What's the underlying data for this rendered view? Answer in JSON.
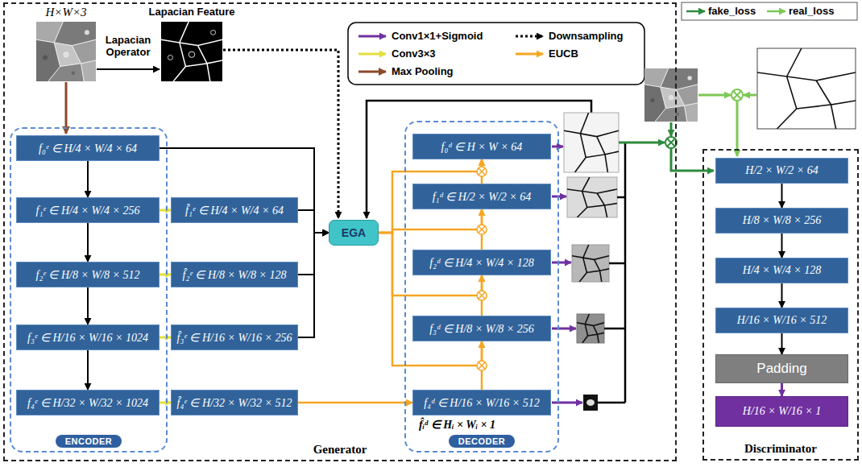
{
  "diagram": {
    "nodes": [
      {
        "text": [
          "Generator"
        ]
      },
      {
        "text": [
          "ENCODER"
        ],
        "in": 0
      },
      {
        "text": [
          "f₀ᵉ ∈ H/4 × W/4 × 64"
        ],
        "in": 1
      },
      {
        "text": [
          "f₁ᵉ ∈ H/4 × W/4 × 256"
        ],
        "in": 1
      },
      {
        "text": [
          "f₂ᵉ ∈ H/8 × W/8 × 512"
        ],
        "in": 1
      },
      {
        "text": [
          "f₃ᵉ ∈ H/16 × W/16 × 1024"
        ],
        "in": 1
      },
      {
        "text": [
          "f₄ᵉ ∈ H/32 × W/32 × 1024"
        ],
        "in": 1
      },
      {
        "text": [
          "f̂₁ᵉ ∈ H/4 × W/4 × 64"
        ],
        "in": 0
      },
      {
        "text": [
          "f̂₂ᵉ ∈ H/8 × W/8 × 128"
        ],
        "in": 0
      },
      {
        "text": [
          "f̂₃ᵉ ∈ H/16 × W/16 × 256"
        ],
        "in": 0
      },
      {
        "text": [
          "f̂₄ᵉ ∈ H/32 × W/32 × 512"
        ],
        "in": 0
      },
      {
        "text": [
          "EGA"
        ],
        "in": 0
      },
      {
        "text": [
          "DECODER"
        ],
        "in": 0
      },
      {
        "text": [
          "f₀ᵈ ∈ H × W × 64"
        ],
        "in": 12
      },
      {
        "text": [
          "f₁ᵈ ∈ H/2 × W/2 × 64"
        ],
        "in": 12
      },
      {
        "text": [
          "f₂ᵈ ∈ H/4 × W/4 × 128"
        ],
        "in": 12
      },
      {
        "text": [
          "f₃ᵈ ∈ H/8 × W/8 × 256"
        ],
        "in": 12
      },
      {
        "text": [
          "f₄ᵈ ∈ H/16 × W/16 × 512"
        ],
        "in": 12
      },
      {
        "text": [
          "Discriminator"
        ]
      },
      {
        "text": [
          "H/2 × W/2 × 64"
        ],
        "in": 18
      },
      {
        "text": [
          "H/8 × W/8 × 256"
        ],
        "in": 18
      },
      {
        "text": [
          "H/4 × W/4 × 128"
        ],
        "in": 18
      },
      {
        "text": [
          "H/16 × W/16 × 512"
        ],
        "in": 18
      },
      {
        "text": [
          "Padding"
        ],
        "in": 18
      },
      {
        "text": [
          "H/16 × W/16 × 1"
        ],
        "in": 18
      }
    ],
    "edges": [
      {
        "from": 2,
        "to": 3,
        "arrow": "to"
      },
      {
        "from": 3,
        "to": 4,
        "arrow": "to"
      },
      {
        "from": 4,
        "to": 5,
        "arrow": "to"
      },
      {
        "from": 5,
        "to": 6,
        "arrow": "to"
      },
      {
        "from": 3,
        "to": 7,
        "arrow": "to"
      },
      {
        "from": 4,
        "to": 8,
        "arrow": "to"
      },
      {
        "from": 5,
        "to": 9,
        "arrow": "to"
      },
      {
        "from": 6,
        "to": 10,
        "arrow": "to"
      },
      {
        "from": 2,
        "to": 11,
        "arrow": "to"
      },
      {
        "from": 7,
        "to": 11,
        "arrow": "to"
      },
      {
        "from": 8,
        "to": 11,
        "arrow": "to"
      },
      {
        "from": 9,
        "to": 11,
        "arrow": "to"
      },
      {
        "from": 10,
        "to": 17,
        "arrow": "to"
      },
      {
        "from": 17,
        "to": 16,
        "arrow": "to"
      },
      {
        "from": 16,
        "to": 15,
        "arrow": "to"
      },
      {
        "from": 15,
        "to": 14,
        "arrow": "to"
      },
      {
        "from": 14,
        "to": 13,
        "arrow": "to"
      },
      {
        "from": 11,
        "to": 13,
        "arrow": "to"
      },
      {
        "from": 11,
        "to": 14,
        "arrow": "to"
      },
      {
        "from": 11,
        "to": 15,
        "arrow": "to"
      },
      {
        "from": 11,
        "to": 16,
        "arrow": "to"
      },
      {
        "from": 19,
        "to": 20,
        "arrow": "to"
      },
      {
        "from": 20,
        "to": 21,
        "arrow": "to"
      },
      {
        "from": 21,
        "to": 22,
        "arrow": "to"
      },
      {
        "from": 22,
        "to": 23,
        "arrow": "to"
      },
      {
        "from": 23,
        "to": 24,
        "arrow": "to"
      }
    ],
    "labels": [
      "H×W×3",
      "Lapacian Feature",
      "Lapacian Operator",
      "f̂ᵢᵈ ∈ Hᵢ × Wᵢ × 1"
    ],
    "legend": [
      {
        "text": "Conv1×1+Sigmoid"
      },
      {
        "text": "Conv3×3"
      },
      {
        "text": "Max Pooling"
      },
      {
        "text": "Downsampling"
      },
      {
        "text": "EUCB"
      },
      {
        "text": "fake_loss"
      },
      {
        "text": "real_loss"
      }
    ]
  }
}
